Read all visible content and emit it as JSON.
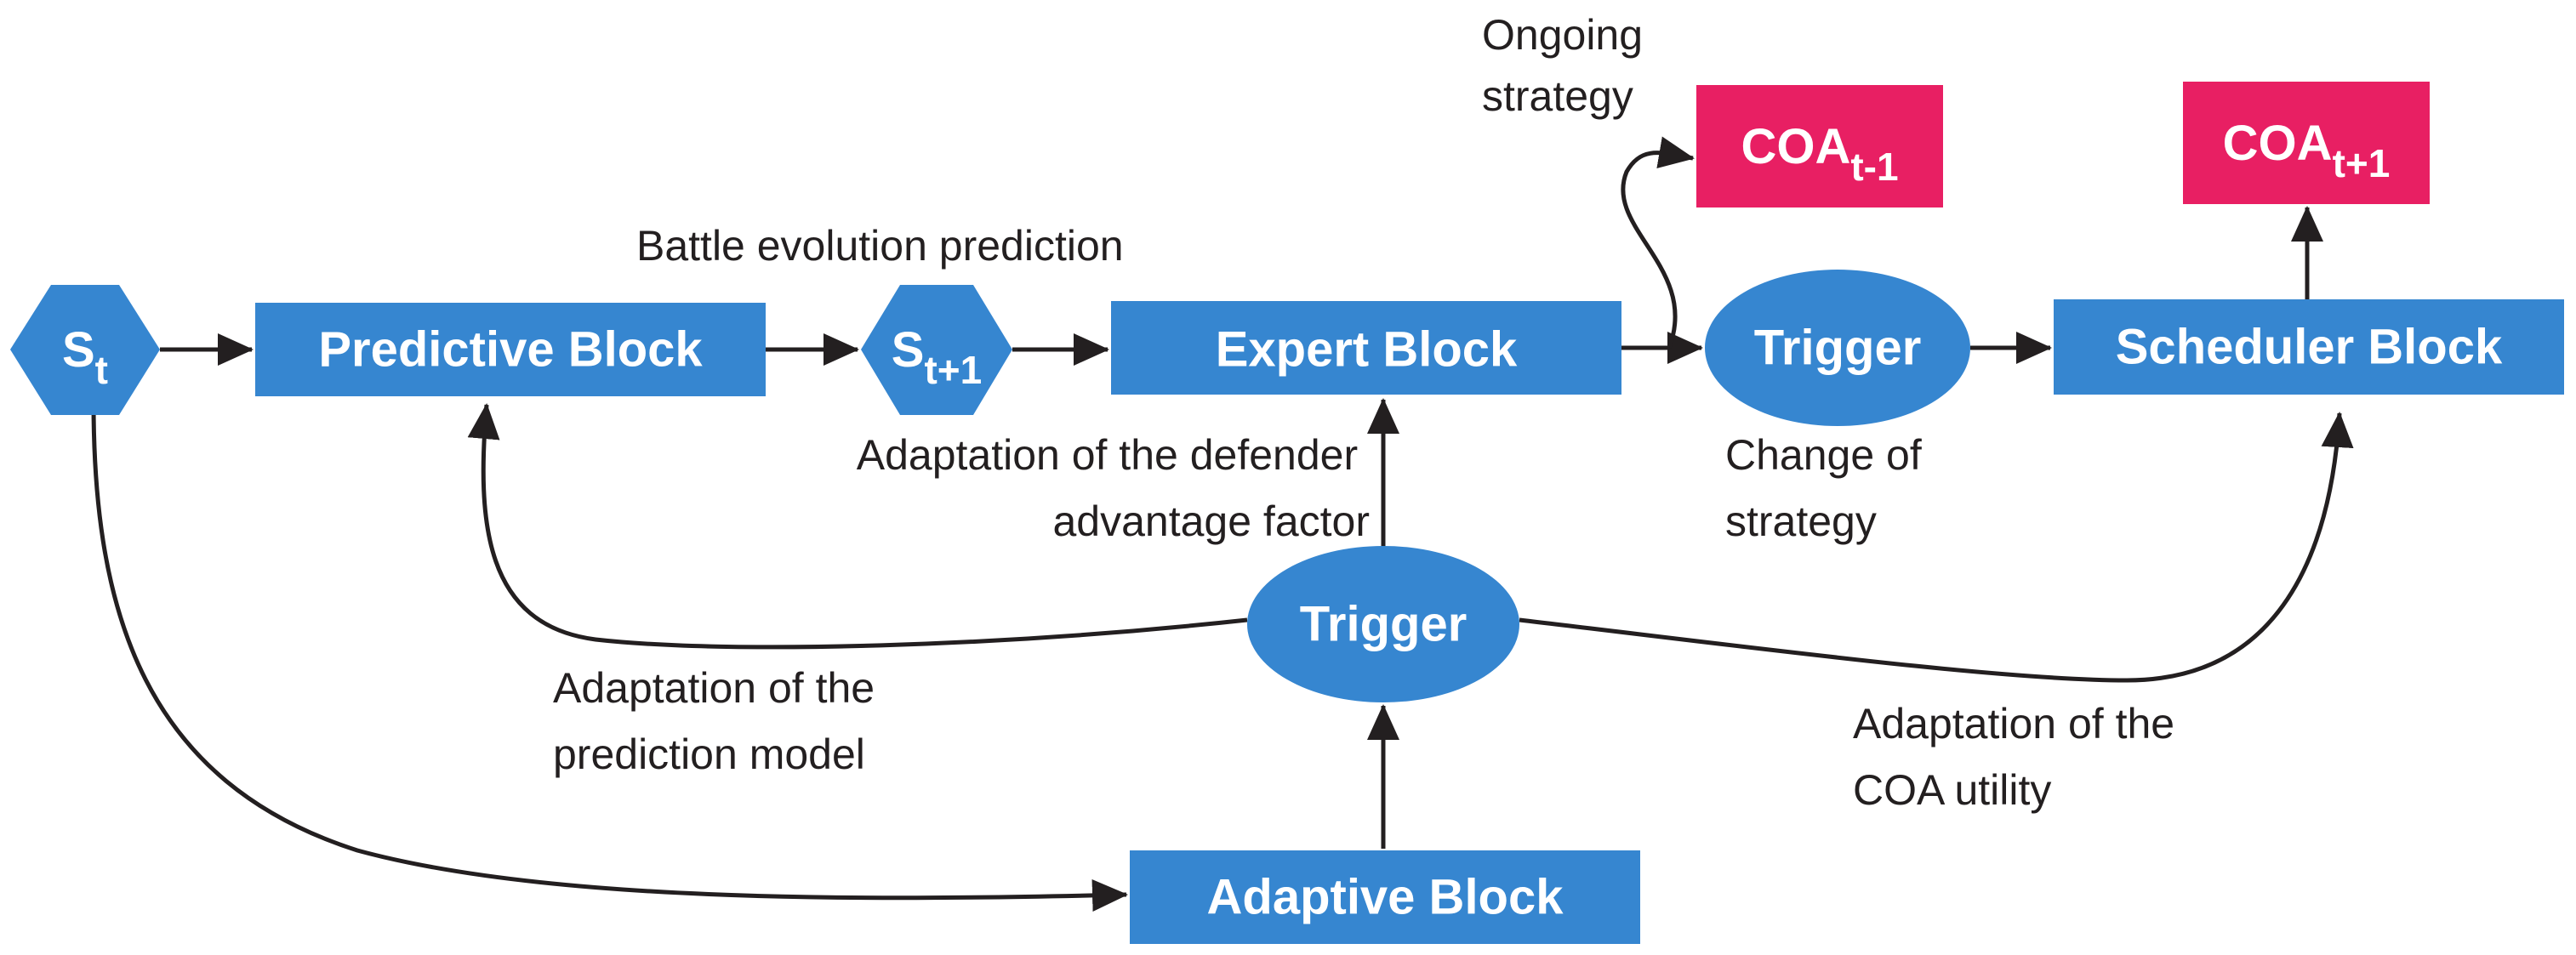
{
  "colors": {
    "process_block": "#3686d0",
    "output_block": "#e81f63",
    "arrow": "#231f20",
    "background": "#ffffff"
  },
  "nodes": {
    "state_t": {
      "base": "S",
      "sub": "t"
    },
    "predictive_block": {
      "label": "Predictive Block"
    },
    "state_t1": {
      "base": "S",
      "sub": "t+1"
    },
    "expert_block": {
      "label": "Expert Block"
    },
    "trigger_top": {
      "label": "Trigger"
    },
    "scheduler_block": {
      "label": "Scheduler Block"
    },
    "coa_prev": {
      "base": "COA",
      "sub": "t-1"
    },
    "coa_next": {
      "base": "COA",
      "sub": "t+1"
    },
    "trigger_bottom": {
      "label": "Trigger"
    },
    "adaptive_block": {
      "label": "Adaptive Block"
    }
  },
  "annotations": {
    "ongoing_strategy": [
      "Ongoing",
      "strategy"
    ],
    "battle_evolution": [
      "Battle evolution prediction"
    ],
    "defender_advantage": [
      "Adaptation of the defender",
      "advantage factor"
    ],
    "change_of_strategy": [
      "Change of",
      "strategy"
    ],
    "prediction_model": [
      "Adaptation of the",
      "prediction model"
    ],
    "coa_utility": [
      "Adaptation of the",
      "COA utility"
    ]
  }
}
